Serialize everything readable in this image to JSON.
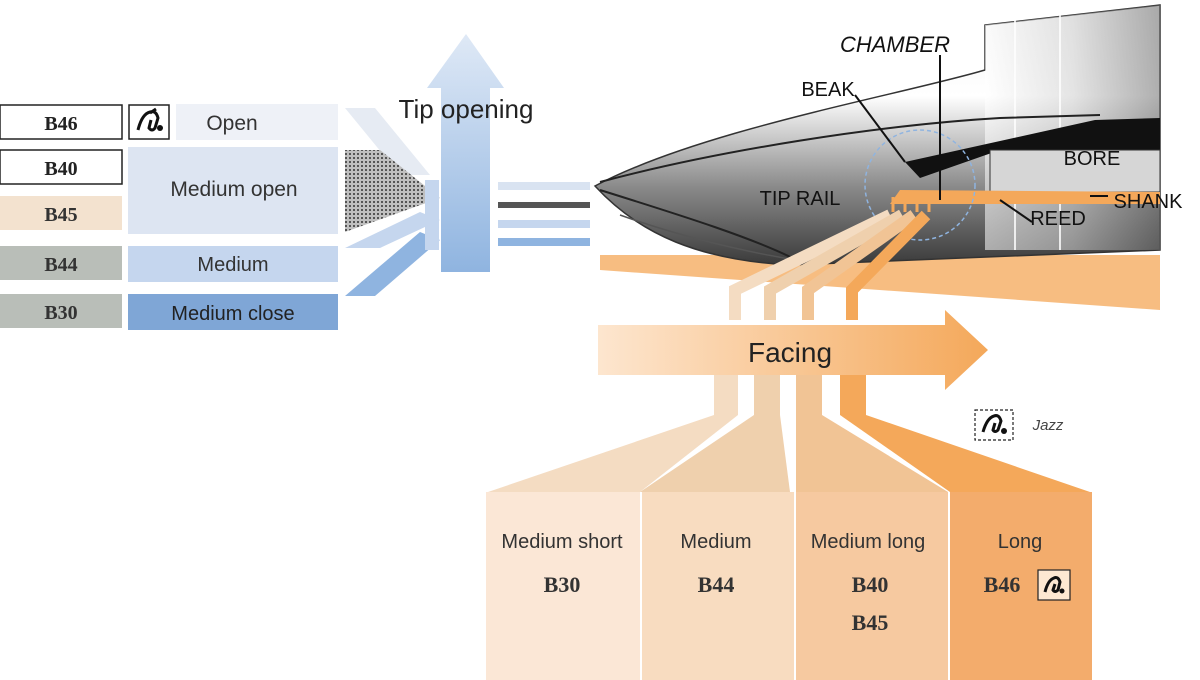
{
  "tip_opening": {
    "title": "Tip opening",
    "models": [
      "B46",
      "B40",
      "B45",
      "B44",
      "B30"
    ],
    "levels": [
      "Open",
      "Medium open",
      "Medium",
      "Medium close"
    ],
    "colors": [
      "#eef1f7",
      "#dde5f2",
      "#c5d6ee",
      "#7fa6d6"
    ]
  },
  "mouthpiece": {
    "labels": {
      "chamber": "CHAMBER",
      "beak": "BEAK",
      "bore": "BORE",
      "tip_rail": "TIP RAIL",
      "reed": "REED",
      "shank": "SHANK"
    }
  },
  "facing": {
    "title": "Facing",
    "legend_label": "Jazz",
    "columns": [
      {
        "name": "Medium short",
        "models": [
          "B30"
        ],
        "color": "#fbe7d6"
      },
      {
        "name": "Medium",
        "models": [
          "B44"
        ],
        "color": "#f8dcc0"
      },
      {
        "name": "Medium long",
        "models": [
          "B40",
          "B45"
        ],
        "color": "#f6c9a0"
      },
      {
        "name": "Long",
        "models": [
          "B46"
        ],
        "color": "#f3ac6c"
      }
    ]
  },
  "colors": {
    "accent_blue": "#8fb4e0",
    "accent_orange": "#f6b26b",
    "metal_dark": "#555555"
  }
}
